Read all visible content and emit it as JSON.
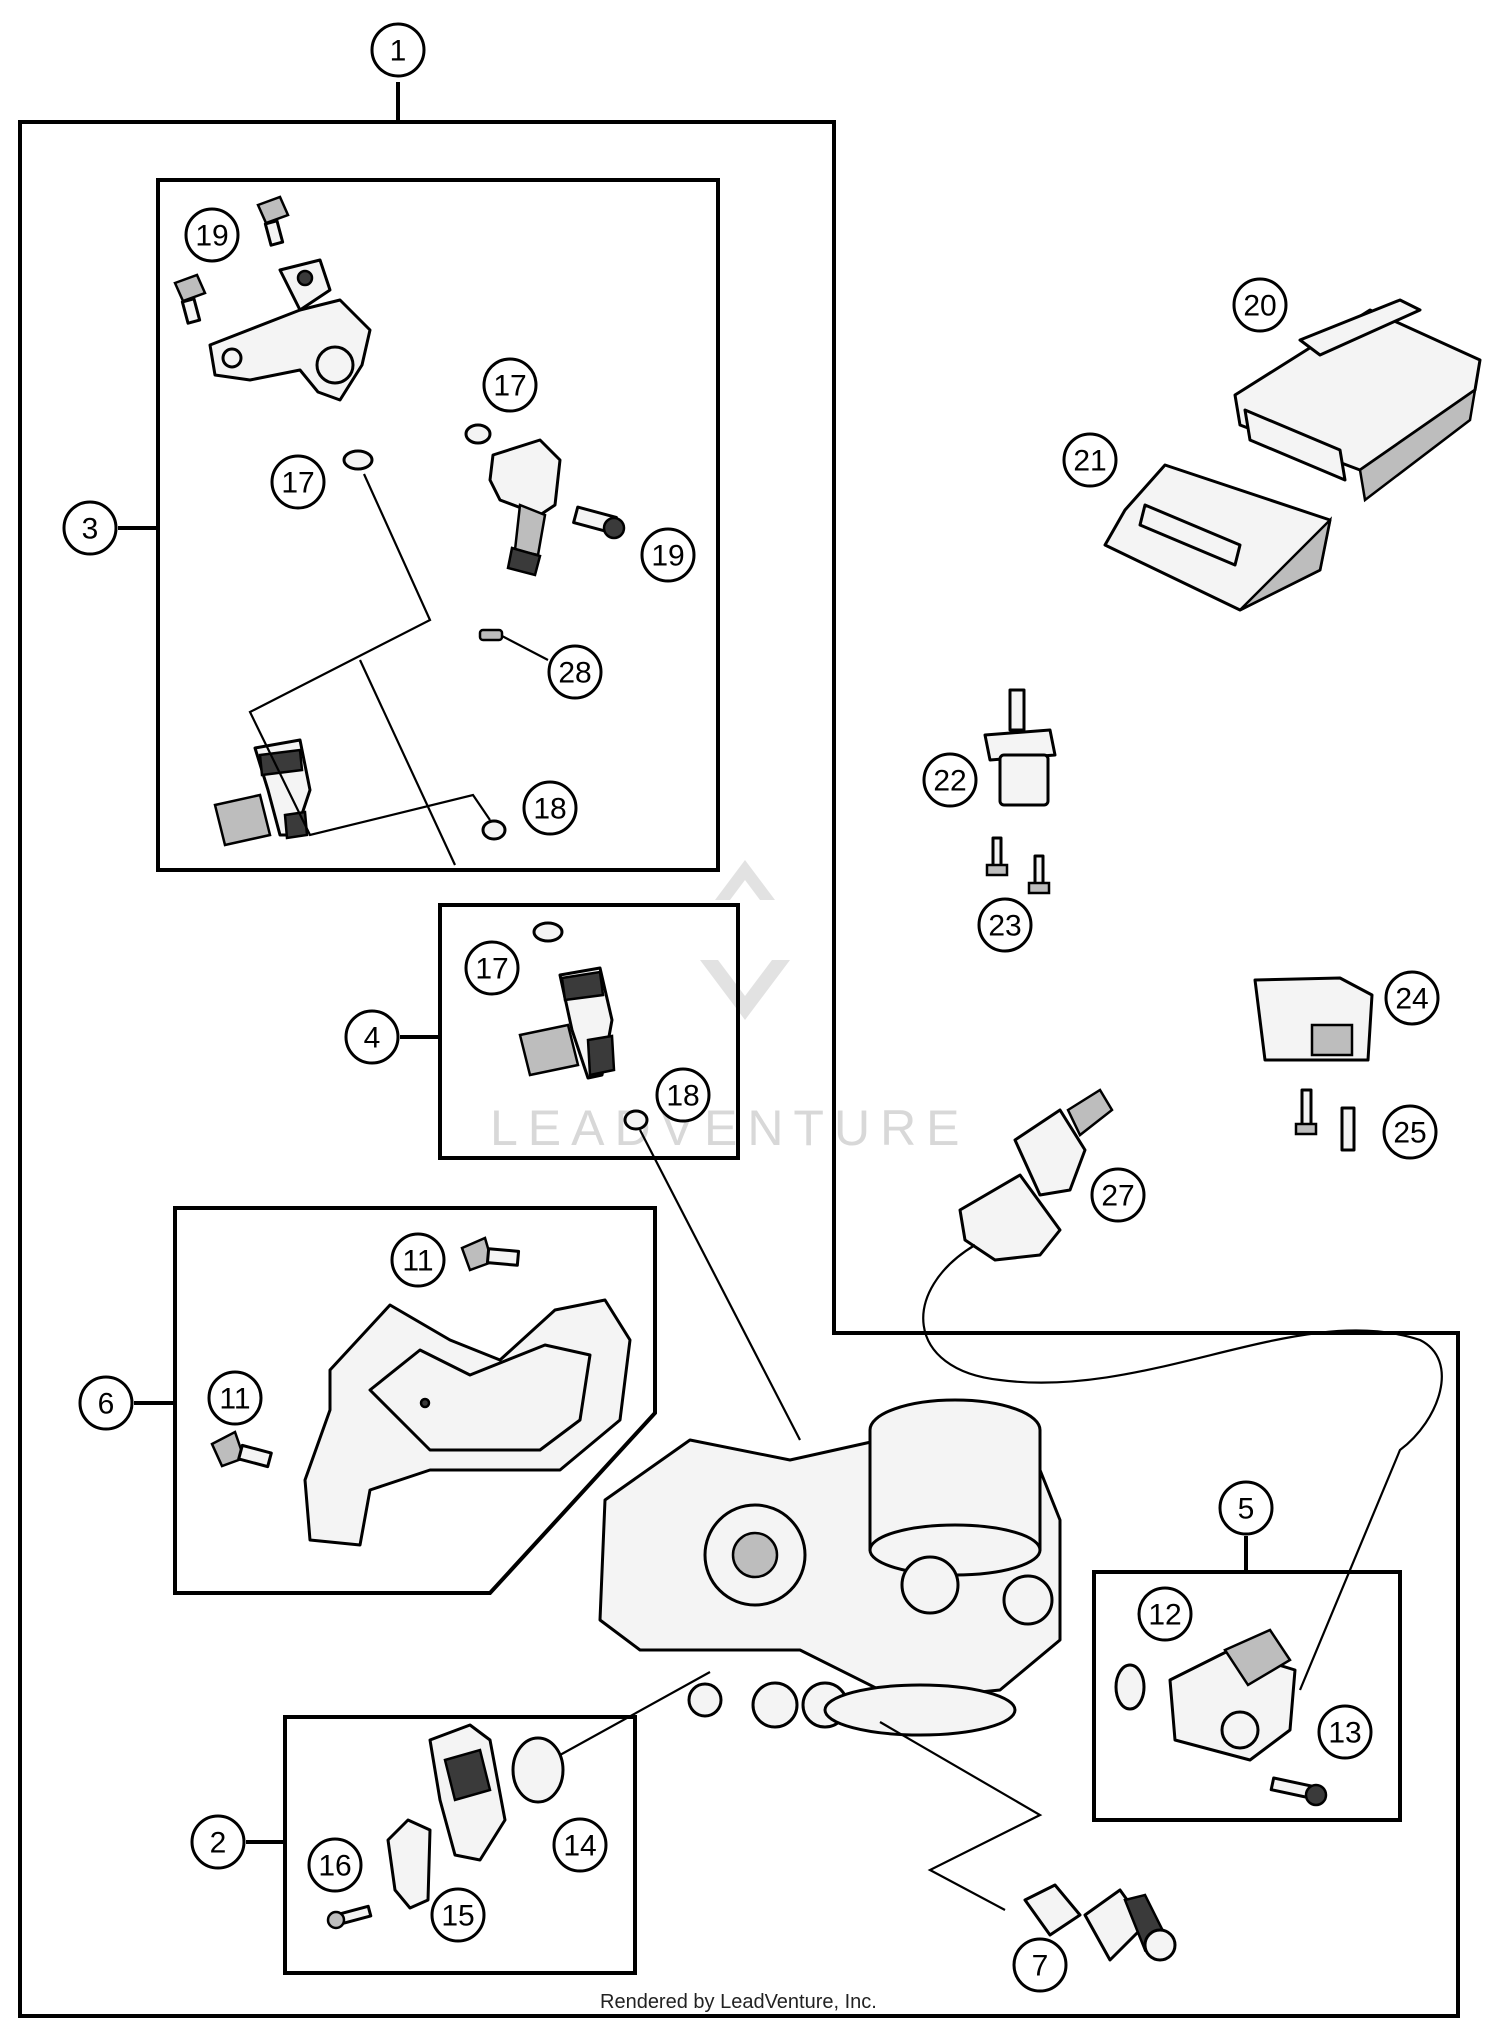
{
  "diagram": {
    "watermark": "LEADVENTURE",
    "footer": "Rendered by LeadVenture, Inc.",
    "callouts": [
      {
        "id": "c-assembly",
        "label": "1"
      },
      {
        "id": "c-throttle-sensor",
        "label": "2"
      },
      {
        "id": "c-injector-assy-upper",
        "label": "3"
      },
      {
        "id": "c-injector-assy-lower",
        "label": "4"
      },
      {
        "id": "c-map-sensor",
        "label": "5"
      },
      {
        "id": "c-cover",
        "label": "6"
      },
      {
        "id": "c-idle-valve",
        "label": "7"
      },
      {
        "id": "c-screw-cover-a",
        "label": "11"
      },
      {
        "id": "c-screw-cover-b",
        "label": "11"
      },
      {
        "id": "c-oring-12",
        "label": "12"
      },
      {
        "id": "c-screw-13",
        "label": "13"
      },
      {
        "id": "c-oring-14",
        "label": "14"
      },
      {
        "id": "c-bracket-15",
        "label": "15"
      },
      {
        "id": "c-screw-16",
        "label": "16"
      },
      {
        "id": "c-oring-17-a",
        "label": "17"
      },
      {
        "id": "c-oring-17-b",
        "label": "17"
      },
      {
        "id": "c-oring-17-c",
        "label": "17"
      },
      {
        "id": "c-oring-18-a",
        "label": "18"
      },
      {
        "id": "c-oring-18-b",
        "label": "18"
      },
      {
        "id": "c-screw-19-a",
        "label": "19"
      },
      {
        "id": "c-screw-19-b",
        "label": "19"
      },
      {
        "id": "c-ecu",
        "label": "20"
      },
      {
        "id": "c-ecu-bracket",
        "label": "21"
      },
      {
        "id": "c-sensor-22",
        "label": "22"
      },
      {
        "id": "c-screw-23",
        "label": "23"
      },
      {
        "id": "c-relay-24",
        "label": "24"
      },
      {
        "id": "c-screw-25",
        "label": "25"
      },
      {
        "id": "c-sensor-27",
        "label": "27"
      },
      {
        "id": "c-plug-28",
        "label": "28"
      }
    ]
  }
}
